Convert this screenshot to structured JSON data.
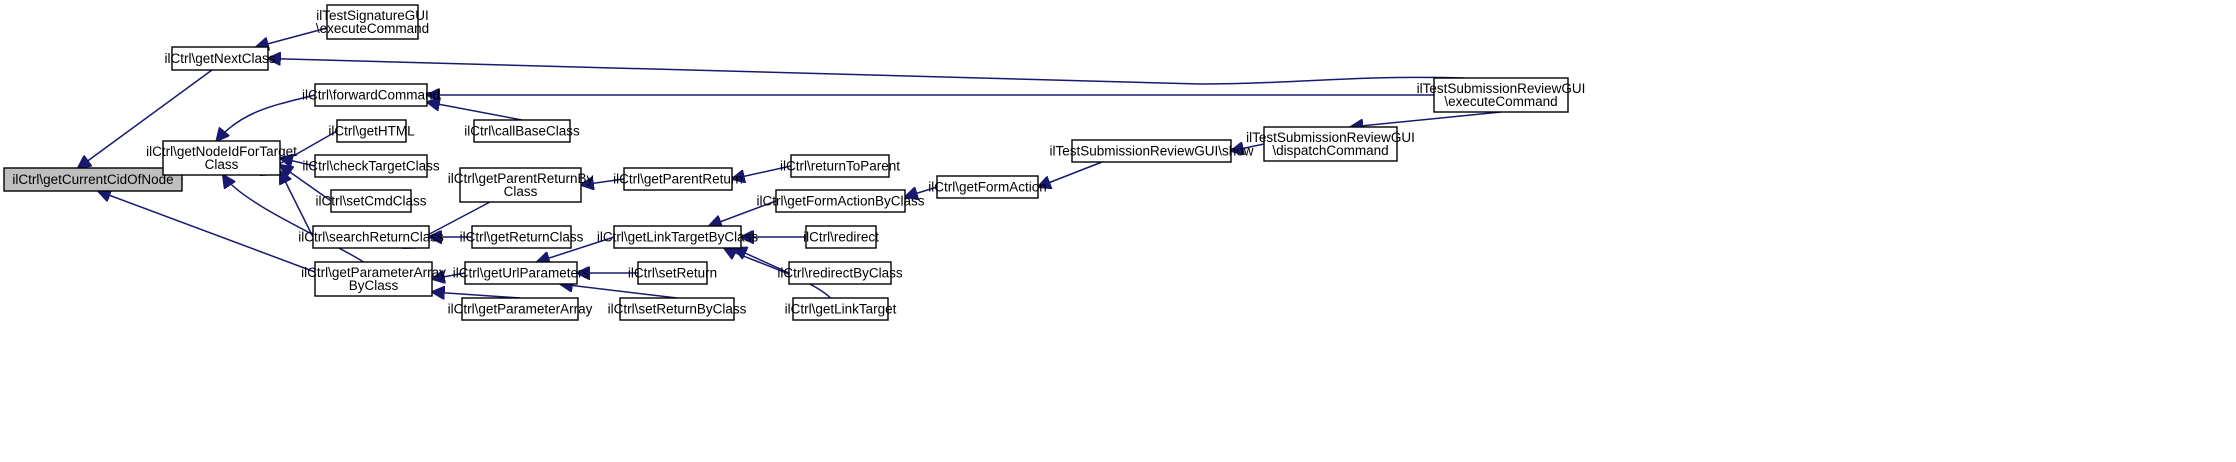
{
  "nodes": {
    "getCurrentCidOfNode": [
      "ilCtrl\\getCurrentCidOfNode"
    ],
    "getNextClass": [
      "ilCtrl\\getNextClass"
    ],
    "getNodeIdForTargetClass": [
      "ilCtrl\\getNodeIdForTarget",
      "Class"
    ],
    "getParameterArrayByClass": [
      "ilCtrl\\getParameterArray",
      "ByClass"
    ],
    "testSignatureExecute": [
      "ilTestSignatureGUI",
      "\\executeCommand"
    ],
    "forwardCommand": [
      "ilCtrl\\forwardCommand"
    ],
    "getHTML": [
      "ilCtrl\\getHTML"
    ],
    "checkTargetClass": [
      "ilCtrl\\checkTargetClass"
    ],
    "setCmdClass": [
      "ilCtrl\\setCmdClass"
    ],
    "searchReturnClass": [
      "ilCtrl\\searchReturnClass"
    ],
    "callBaseClass": [
      "ilCtrl\\callBaseClass"
    ],
    "getParentReturnByClass": [
      "ilCtrl\\getParentReturnBy",
      "Class"
    ],
    "getReturnClass": [
      "ilCtrl\\getReturnClass"
    ],
    "getUrlParameters": [
      "ilCtrl\\getUrlParameters"
    ],
    "getParameterArray": [
      "ilCtrl\\getParameterArray"
    ],
    "getParentReturn": [
      "ilCtrl\\getParentReturn"
    ],
    "getLinkTargetByClass": [
      "ilCtrl\\getLinkTargetByClass"
    ],
    "setReturn": [
      "ilCtrl\\setReturn"
    ],
    "setReturnByClass": [
      "ilCtrl\\setReturnByClass"
    ],
    "returnToParent": [
      "ilCtrl\\returnToParent"
    ],
    "getFormActionByClass": [
      "ilCtrl\\getFormActionByClass"
    ],
    "redirect": [
      "ilCtrl\\redirect"
    ],
    "redirectByClass": [
      "ilCtrl\\redirectByClass"
    ],
    "getLinkTarget": [
      "ilCtrl\\getLinkTarget"
    ],
    "getFormAction": [
      "ilCtrl\\getFormAction"
    ],
    "reviewShow": [
      "ilTestSubmissionReviewGUI\\show"
    ],
    "reviewDispatch": [
      "ilTestSubmissionReviewGUI",
      "\\dispatchCommand"
    ],
    "reviewExecute": [
      "ilTestSubmissionReviewGUI",
      "\\executeCommand"
    ]
  },
  "edges": [
    [
      "getNextClass",
      "getCurrentCidOfNode"
    ],
    [
      "getNodeIdForTargetClass",
      "getCurrentCidOfNode"
    ],
    [
      "getParameterArrayByClass",
      "getCurrentCidOfNode"
    ],
    [
      "testSignatureExecute",
      "getNextClass"
    ],
    [
      "reviewExecute",
      "getNextClass"
    ],
    [
      "forwardCommand",
      "getNodeIdForTargetClass"
    ],
    [
      "getHTML",
      "getNodeIdForTargetClass"
    ],
    [
      "checkTargetClass",
      "getNodeIdForTargetClass"
    ],
    [
      "setCmdClass",
      "getNodeIdForTargetClass"
    ],
    [
      "searchReturnClass",
      "getNodeIdForTargetClass"
    ],
    [
      "getParameterArrayByClass",
      "getNodeIdForTargetClass"
    ],
    [
      "reviewExecute",
      "forwardCommand"
    ],
    [
      "callBaseClass",
      "forwardCommand"
    ],
    [
      "getParentReturnByClass",
      "searchReturnClass"
    ],
    [
      "getReturnClass",
      "searchReturnClass"
    ],
    [
      "getUrlParameters",
      "getParameterArrayByClass"
    ],
    [
      "getParameterArray",
      "getParameterArrayByClass"
    ],
    [
      "getParentReturn",
      "getParentReturnByClass"
    ],
    [
      "returnToParent",
      "getParentReturn"
    ],
    [
      "getLinkTargetByClass",
      "getUrlParameters"
    ],
    [
      "setReturn",
      "getUrlParameters"
    ],
    [
      "setReturnByClass",
      "getUrlParameters"
    ],
    [
      "getFormActionByClass",
      "getLinkTargetByClass"
    ],
    [
      "redirect",
      "getLinkTargetByClass"
    ],
    [
      "redirectByClass",
      "getLinkTargetByClass"
    ],
    [
      "getLinkTarget",
      "getLinkTargetByClass"
    ],
    [
      "getFormAction",
      "getFormActionByClass"
    ],
    [
      "reviewShow",
      "getFormAction"
    ],
    [
      "reviewDispatch",
      "reviewShow"
    ],
    [
      "reviewExecute",
      "reviewDispatch"
    ]
  ]
}
